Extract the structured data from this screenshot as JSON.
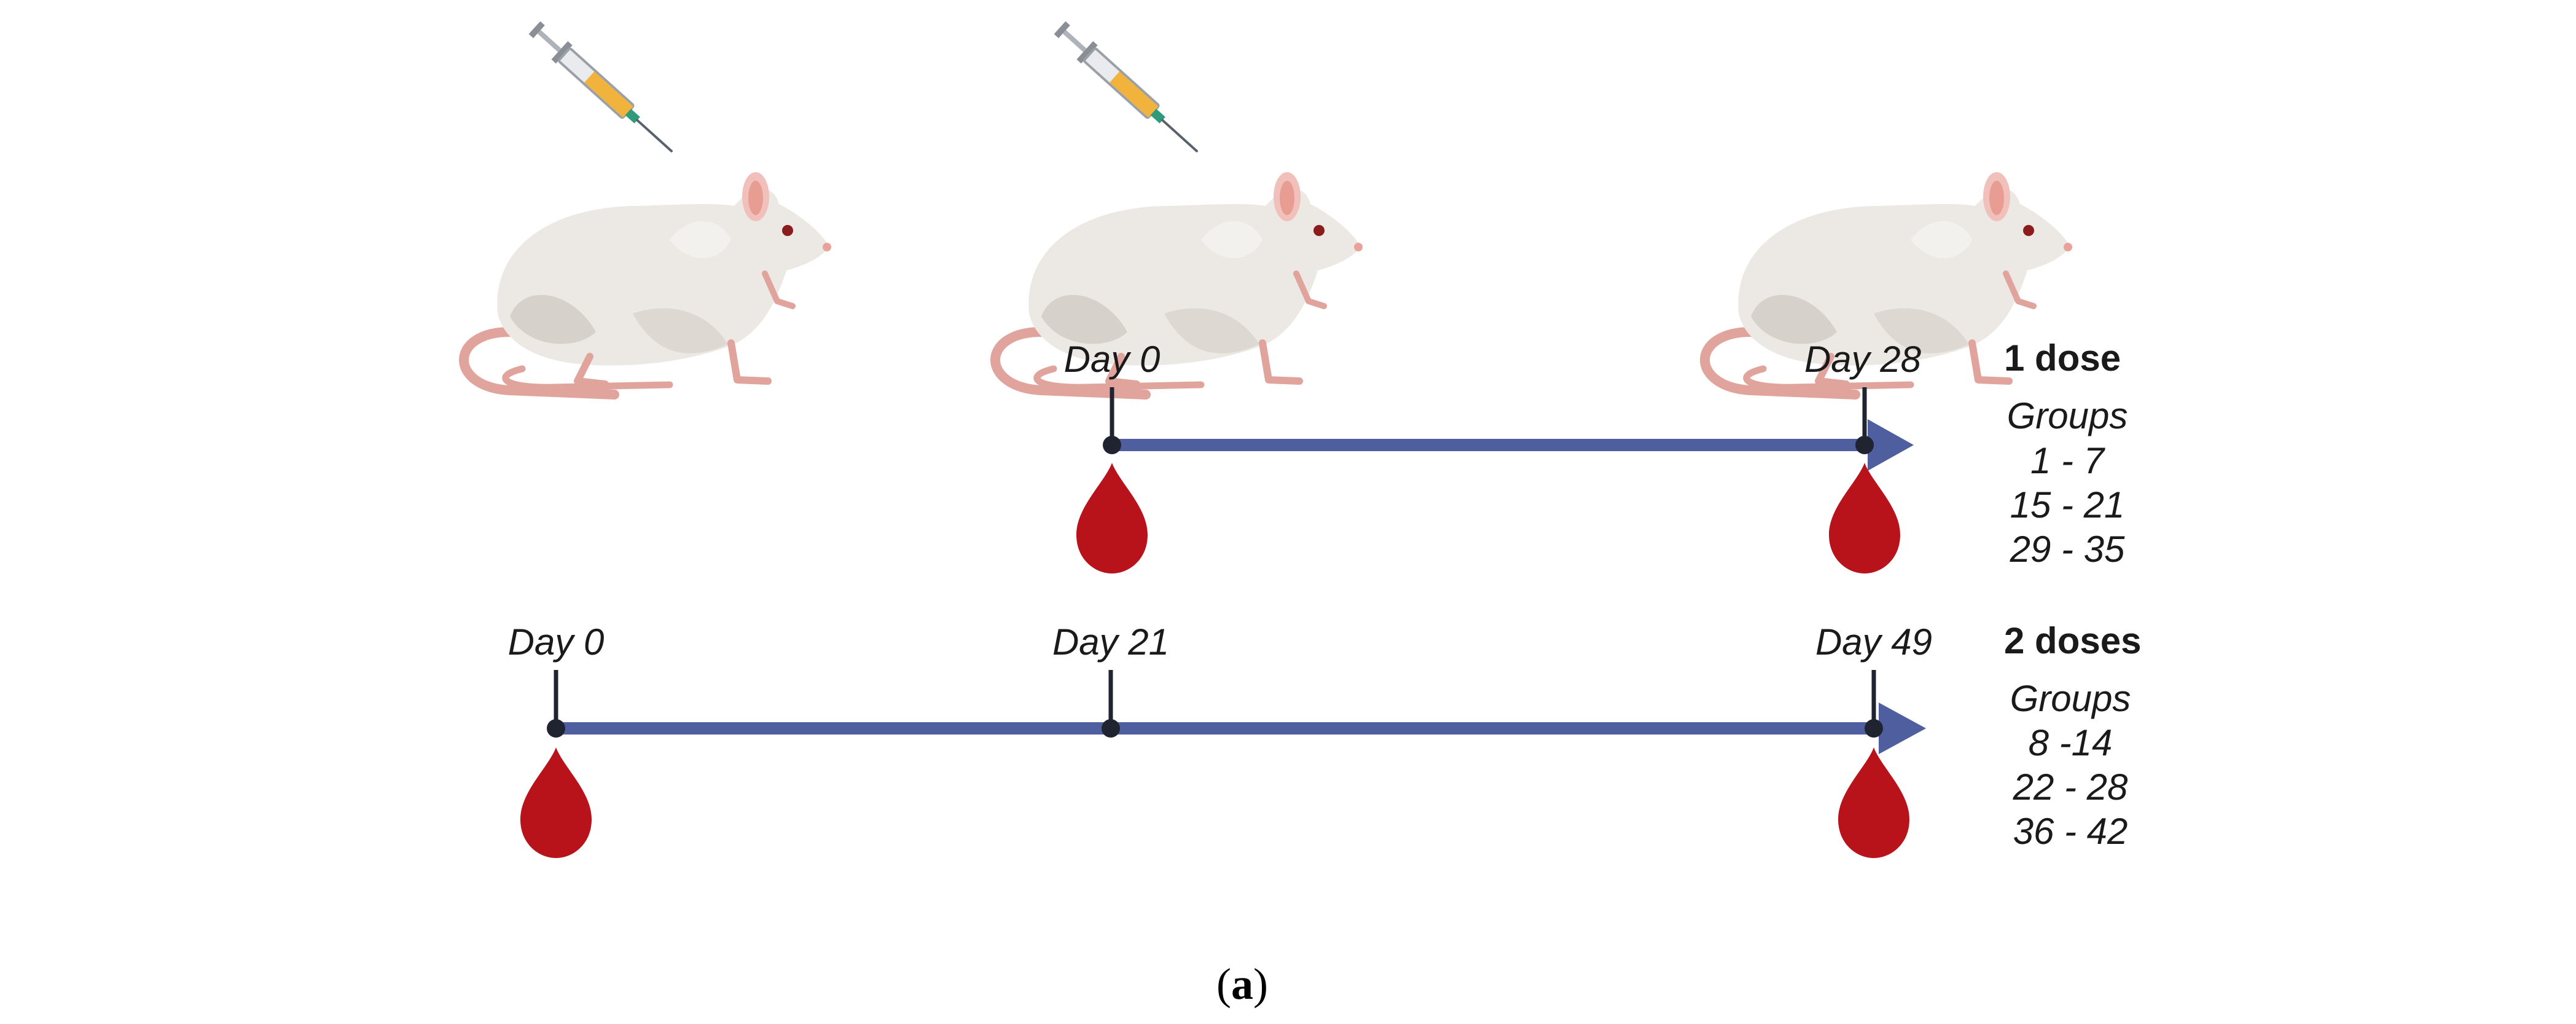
{
  "colors": {
    "timeline": "#4f5e9e",
    "tick": "#1f2430",
    "blood": "#b8121b",
    "rat_body": "#ece9e5",
    "rat_shade": "#d6d1cb",
    "rat_tail": "#e0a49c",
    "syringe_fluid": "#f2b33d"
  },
  "one_dose": {
    "title": "1 dose",
    "groups_label": "Groups",
    "groups": [
      "1 - 7",
      "15 - 21",
      "29 - 35"
    ],
    "days": [
      "Day 0",
      "Day 28"
    ]
  },
  "two_doses": {
    "title": "2 doses",
    "groups_label": "Groups",
    "groups": [
      "8 -14",
      "22 - 28",
      "36 - 42"
    ],
    "days": [
      "Day 0",
      "Day 21",
      "Day 49"
    ]
  },
  "caption": {
    "open": "(",
    "letter": "a",
    "close": ")"
  },
  "icons": [
    "rat-icon",
    "syringe-icon",
    "blood-drop-icon"
  ]
}
